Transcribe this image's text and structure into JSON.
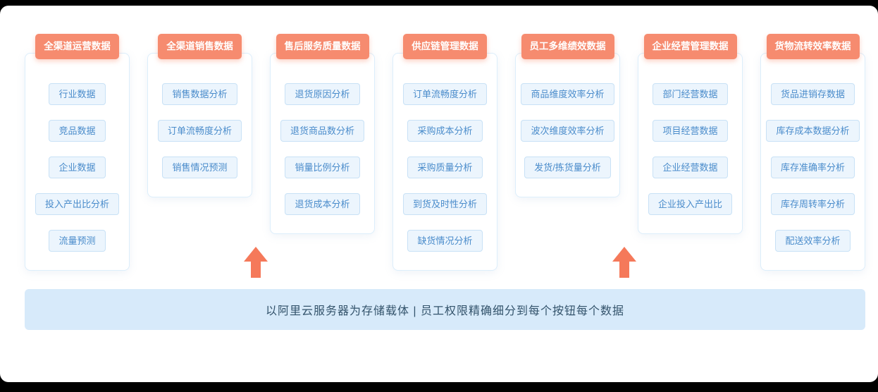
{
  "columns": [
    {
      "title": "全渠道运营数据",
      "items": [
        "行业数据",
        "竞品数据",
        "企业数据",
        "投入产出比分析",
        "流量预测"
      ]
    },
    {
      "title": "全渠道销售数据",
      "items": [
        "销售数据分析",
        "订单流畅度分析",
        "销售情况预测"
      ]
    },
    {
      "title": "售后服务质量数据",
      "items": [
        "退货原因分析",
        "退货商品数分析",
        "销量比例分析",
        "退货成本分析"
      ]
    },
    {
      "title": "供应链管理数据",
      "items": [
        "订单流畅度分析",
        "采购成本分析",
        "采购质量分析",
        "到货及时性分析",
        "缺货情况分析"
      ]
    },
    {
      "title": "员工多维绩效数据",
      "items": [
        "商品维度效率分析",
        "波次维度效率分析",
        "发货/拣货量分析"
      ]
    },
    {
      "title": "企业经营管理数据",
      "items": [
        "部门经营数据",
        "项目经营数据",
        "企业经营数据",
        "企业投入产出比"
      ]
    },
    {
      "title": "货物流转效率数据",
      "items": [
        "货品进销存数据",
        "库存成本数据分析",
        "库存准确率分析",
        "库存周转率分析",
        "配送效率分析"
      ]
    }
  ],
  "banner": {
    "text": "以阿里云服务器为存储载体 | 员工权限精确细分到每个按钮每个数据"
  },
  "colors": {
    "coral": "#f68b6f",
    "arrow": "#f5795a",
    "card-border": "#dceefb",
    "item-bg": "#ecf5fd",
    "item-border": "#c8e1f6",
    "item-text": "#4a8ccb",
    "banner-bg": "#d7eafa",
    "banner-text": "#33536b"
  }
}
